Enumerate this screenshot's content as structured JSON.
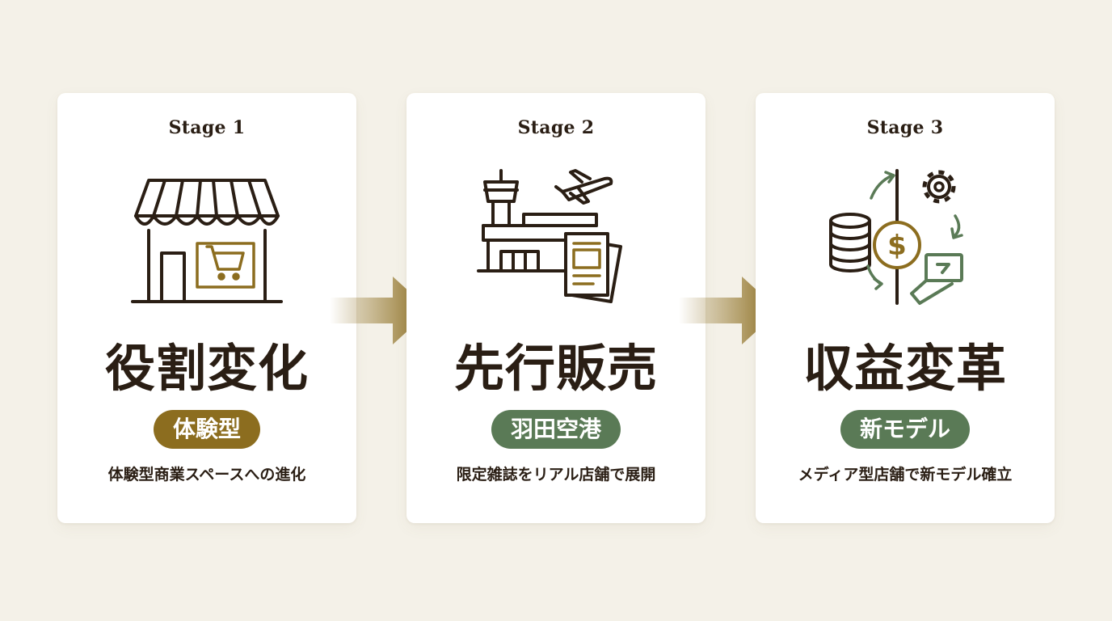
{
  "colors": {
    "background": "#f4f1e8",
    "card": "#ffffff",
    "text_dark": "#2a1e14",
    "gold": "#8c6d1f",
    "green": "#5a7a56",
    "arrow_gold": "#8c6d1f"
  },
  "stages": [
    {
      "label": "Stage 1",
      "icon": "storefront-cart-icon",
      "title": "役割変化",
      "badge": "体験型",
      "badge_color": "#8c6d1f",
      "description": "体験型商業スペースへの進化"
    },
    {
      "label": "Stage 2",
      "icon": "airport-magazine-icon",
      "title": "先行販売",
      "badge": "羽田空港",
      "badge_color": "#5a7a56",
      "description": "限定雑誌をリアル店舗で展開"
    },
    {
      "label": "Stage 3",
      "icon": "revenue-cycle-icon",
      "title": "収益変革",
      "badge": "新モデル",
      "badge_color": "#5a7a56",
      "description": "メディア型店舗で新モデル確立"
    }
  ],
  "connectors": [
    {
      "icon": "arrow-right-icon"
    },
    {
      "icon": "arrow-right-icon"
    }
  ]
}
